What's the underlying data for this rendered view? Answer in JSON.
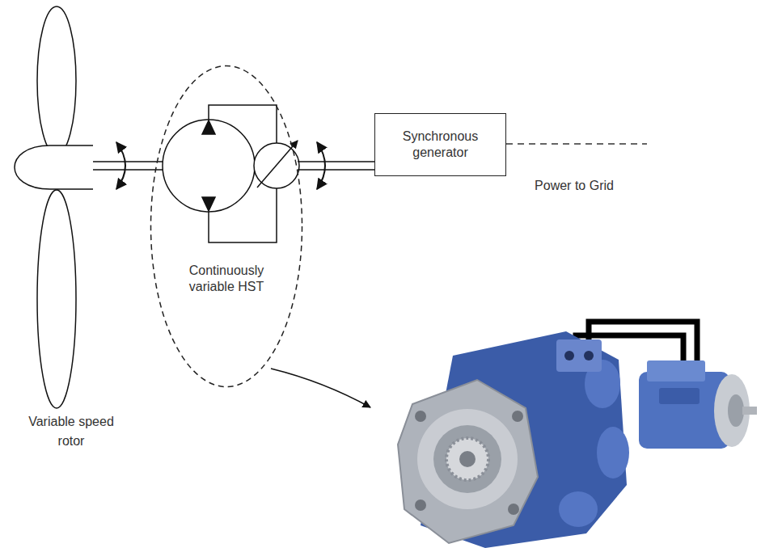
{
  "diagram": {
    "nodes": [
      {
        "text": [
          "Continuously variable HST"
        ]
      },
      {
        "text": [
          "Synchronous generator"
        ]
      }
    ],
    "edges": [
      {
        "from": 0,
        "to": 1,
        "arrow": "none"
      }
    ],
    "labels": [
      "Variable speed rotor",
      "Power to Grid"
    ]
  }
}
